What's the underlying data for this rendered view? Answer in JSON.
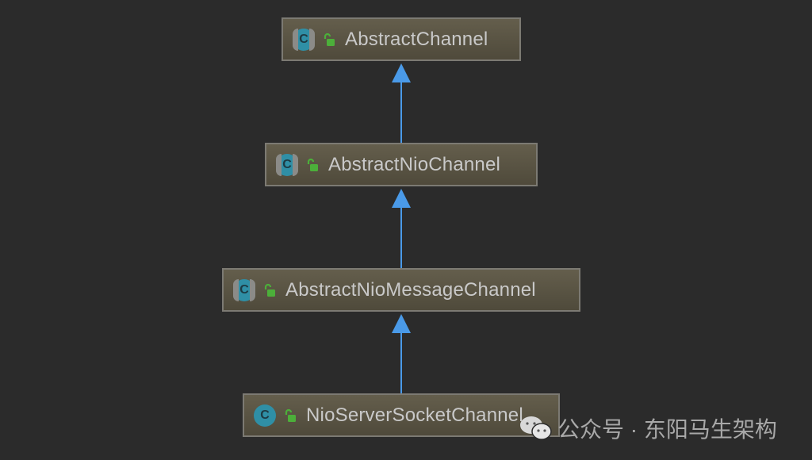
{
  "diagram": {
    "title": "Class hierarchy",
    "colors": {
      "background": "#2b2b2b",
      "node_fill": "#5a5444",
      "node_border": "#7c7a73",
      "arrow": "#4a9ae8",
      "class_icon": "#2f8fa6",
      "lock_icon": "#4caf3a",
      "text": "#c9c9c9"
    },
    "nodes": [
      {
        "id": "n1",
        "label": "AbstractChannel",
        "icon": "abstract-class-icon",
        "icon_letter": "C",
        "modifier": "public-lock-icon"
      },
      {
        "id": "n2",
        "label": "AbstractNioChannel",
        "icon": "abstract-class-icon",
        "icon_letter": "C",
        "modifier": "public-lock-icon"
      },
      {
        "id": "n3",
        "label": "AbstractNioMessageChannel",
        "icon": "abstract-class-icon",
        "icon_letter": "C",
        "modifier": "public-lock-icon"
      },
      {
        "id": "n4",
        "label": "NioServerSocketChannel",
        "icon": "class-icon",
        "icon_letter": "C",
        "modifier": "public-lock-icon"
      }
    ],
    "edges": [
      {
        "from": "n2",
        "to": "n1",
        "type": "extends"
      },
      {
        "from": "n3",
        "to": "n2",
        "type": "extends"
      },
      {
        "from": "n4",
        "to": "n3",
        "type": "extends"
      }
    ]
  },
  "watermark": {
    "icon": "wechat-icon",
    "text": "公众号 · 东阳马生架构"
  }
}
